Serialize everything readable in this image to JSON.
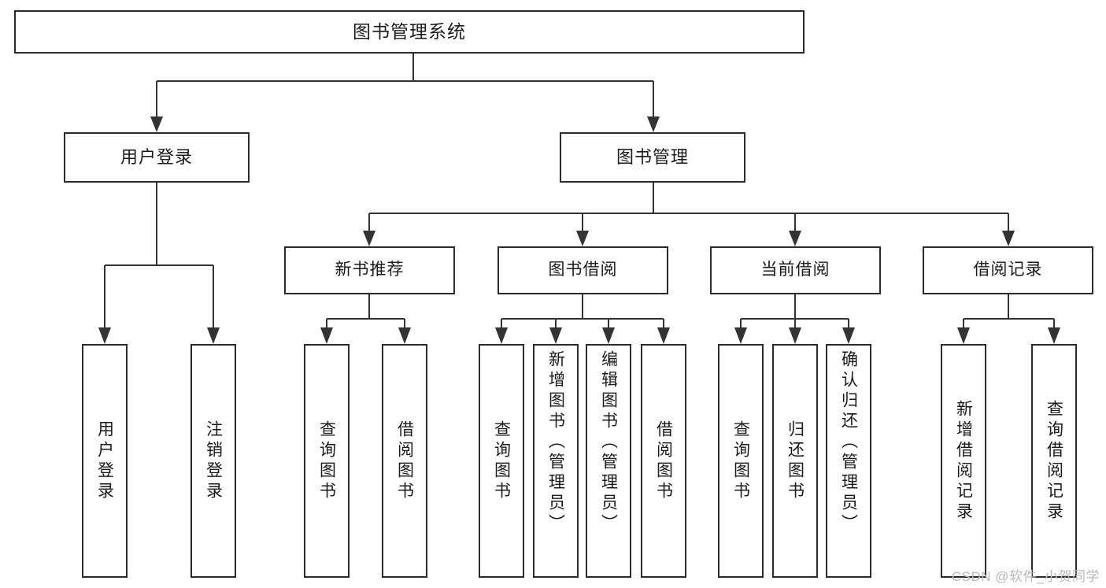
{
  "diagram": {
    "title": "图书管理系统",
    "type": "tree",
    "watermark": "CSDN @软件_小贺同学",
    "colors": {
      "box_border": "#2b2b2b",
      "connector": "#333333",
      "background": "#ffffff",
      "text": "#1b1b1b",
      "watermark": "#b9b9b9"
    },
    "nodes": {
      "root": {
        "label": "图书管理系统"
      },
      "level2": [
        {
          "label": "用户登录"
        },
        {
          "label": "图书管理"
        }
      ],
      "level3": [
        {
          "label": "新书推荐"
        },
        {
          "label": "图书借阅"
        },
        {
          "label": "当前借阅"
        },
        {
          "label": "借阅记录"
        }
      ],
      "leaves": {
        "user_login": [
          {
            "label": "用户登录"
          },
          {
            "label": "注销登录"
          }
        ],
        "new_book_recommend": [
          {
            "label": "查询图书"
          },
          {
            "label": "借阅图书"
          }
        ],
        "book_borrow": [
          {
            "label": "查询图书"
          },
          {
            "label": "新增图书（管理员）"
          },
          {
            "label": "编辑图书（管理员）"
          },
          {
            "label": "借阅图书"
          }
        ],
        "current_borrow": [
          {
            "label": "查询图书"
          },
          {
            "label": "归还图书"
          },
          {
            "label": "确认归还（管理员）"
          }
        ],
        "borrow_record": [
          {
            "label": "新增借阅记录"
          },
          {
            "label": "查询借阅记录"
          }
        ]
      }
    }
  }
}
